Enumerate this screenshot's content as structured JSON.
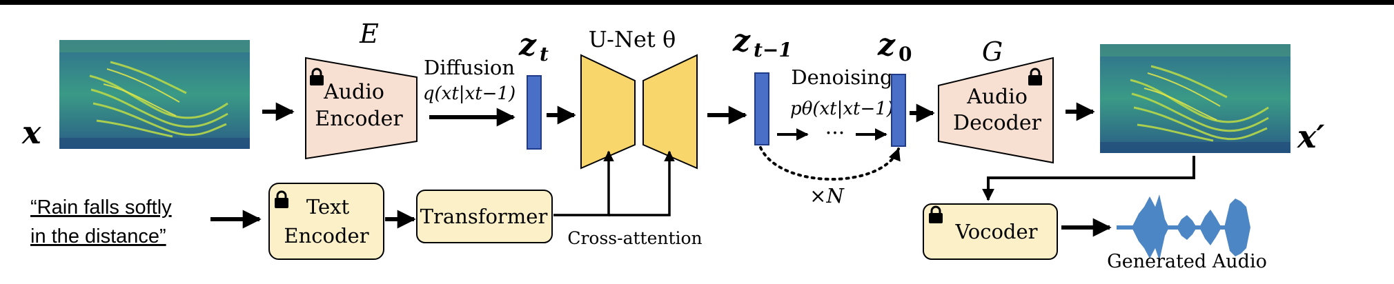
{
  "math": {
    "x": "x",
    "x_prime": "x′",
    "E": "E",
    "G": "G",
    "zt": "z",
    "zt_sub": "t",
    "ztm1": "z",
    "ztm1_sub": "t−1",
    "z0": "z",
    "z0_sub": "0",
    "unet": "U-Net θ",
    "times_n": "×N"
  },
  "labels": {
    "audio_encoder": [
      "Audio",
      "Encoder"
    ],
    "audio_decoder": [
      "Audio",
      "Decoder"
    ],
    "diffusion": "Diffusion",
    "diffusion_formula": "q(xt|xt−1)",
    "denoising": "Denoising",
    "denoising_formula": "pθ(xt|xt−1)",
    "dots": "→ ··· →",
    "text_encoder": [
      "Text",
      "Encoder"
    ],
    "transformer": "Transformer",
    "cross_attention": "Cross-attention",
    "vocoder": "Vocoder",
    "generated_audio": "Generated Audio",
    "prompt": [
      "“Rain falls softly",
      "in the distance”"
    ]
  },
  "colors": {
    "encoder_fill": "#f7e0d2",
    "unet_fill": "#f8d66b",
    "text_box_fill": "#fbf0c8",
    "latent_fill": "#4a6fc7",
    "wave": "#4d86c4"
  },
  "icons": [
    "lock-icon",
    "spectrogram-image",
    "waveform-image"
  ]
}
